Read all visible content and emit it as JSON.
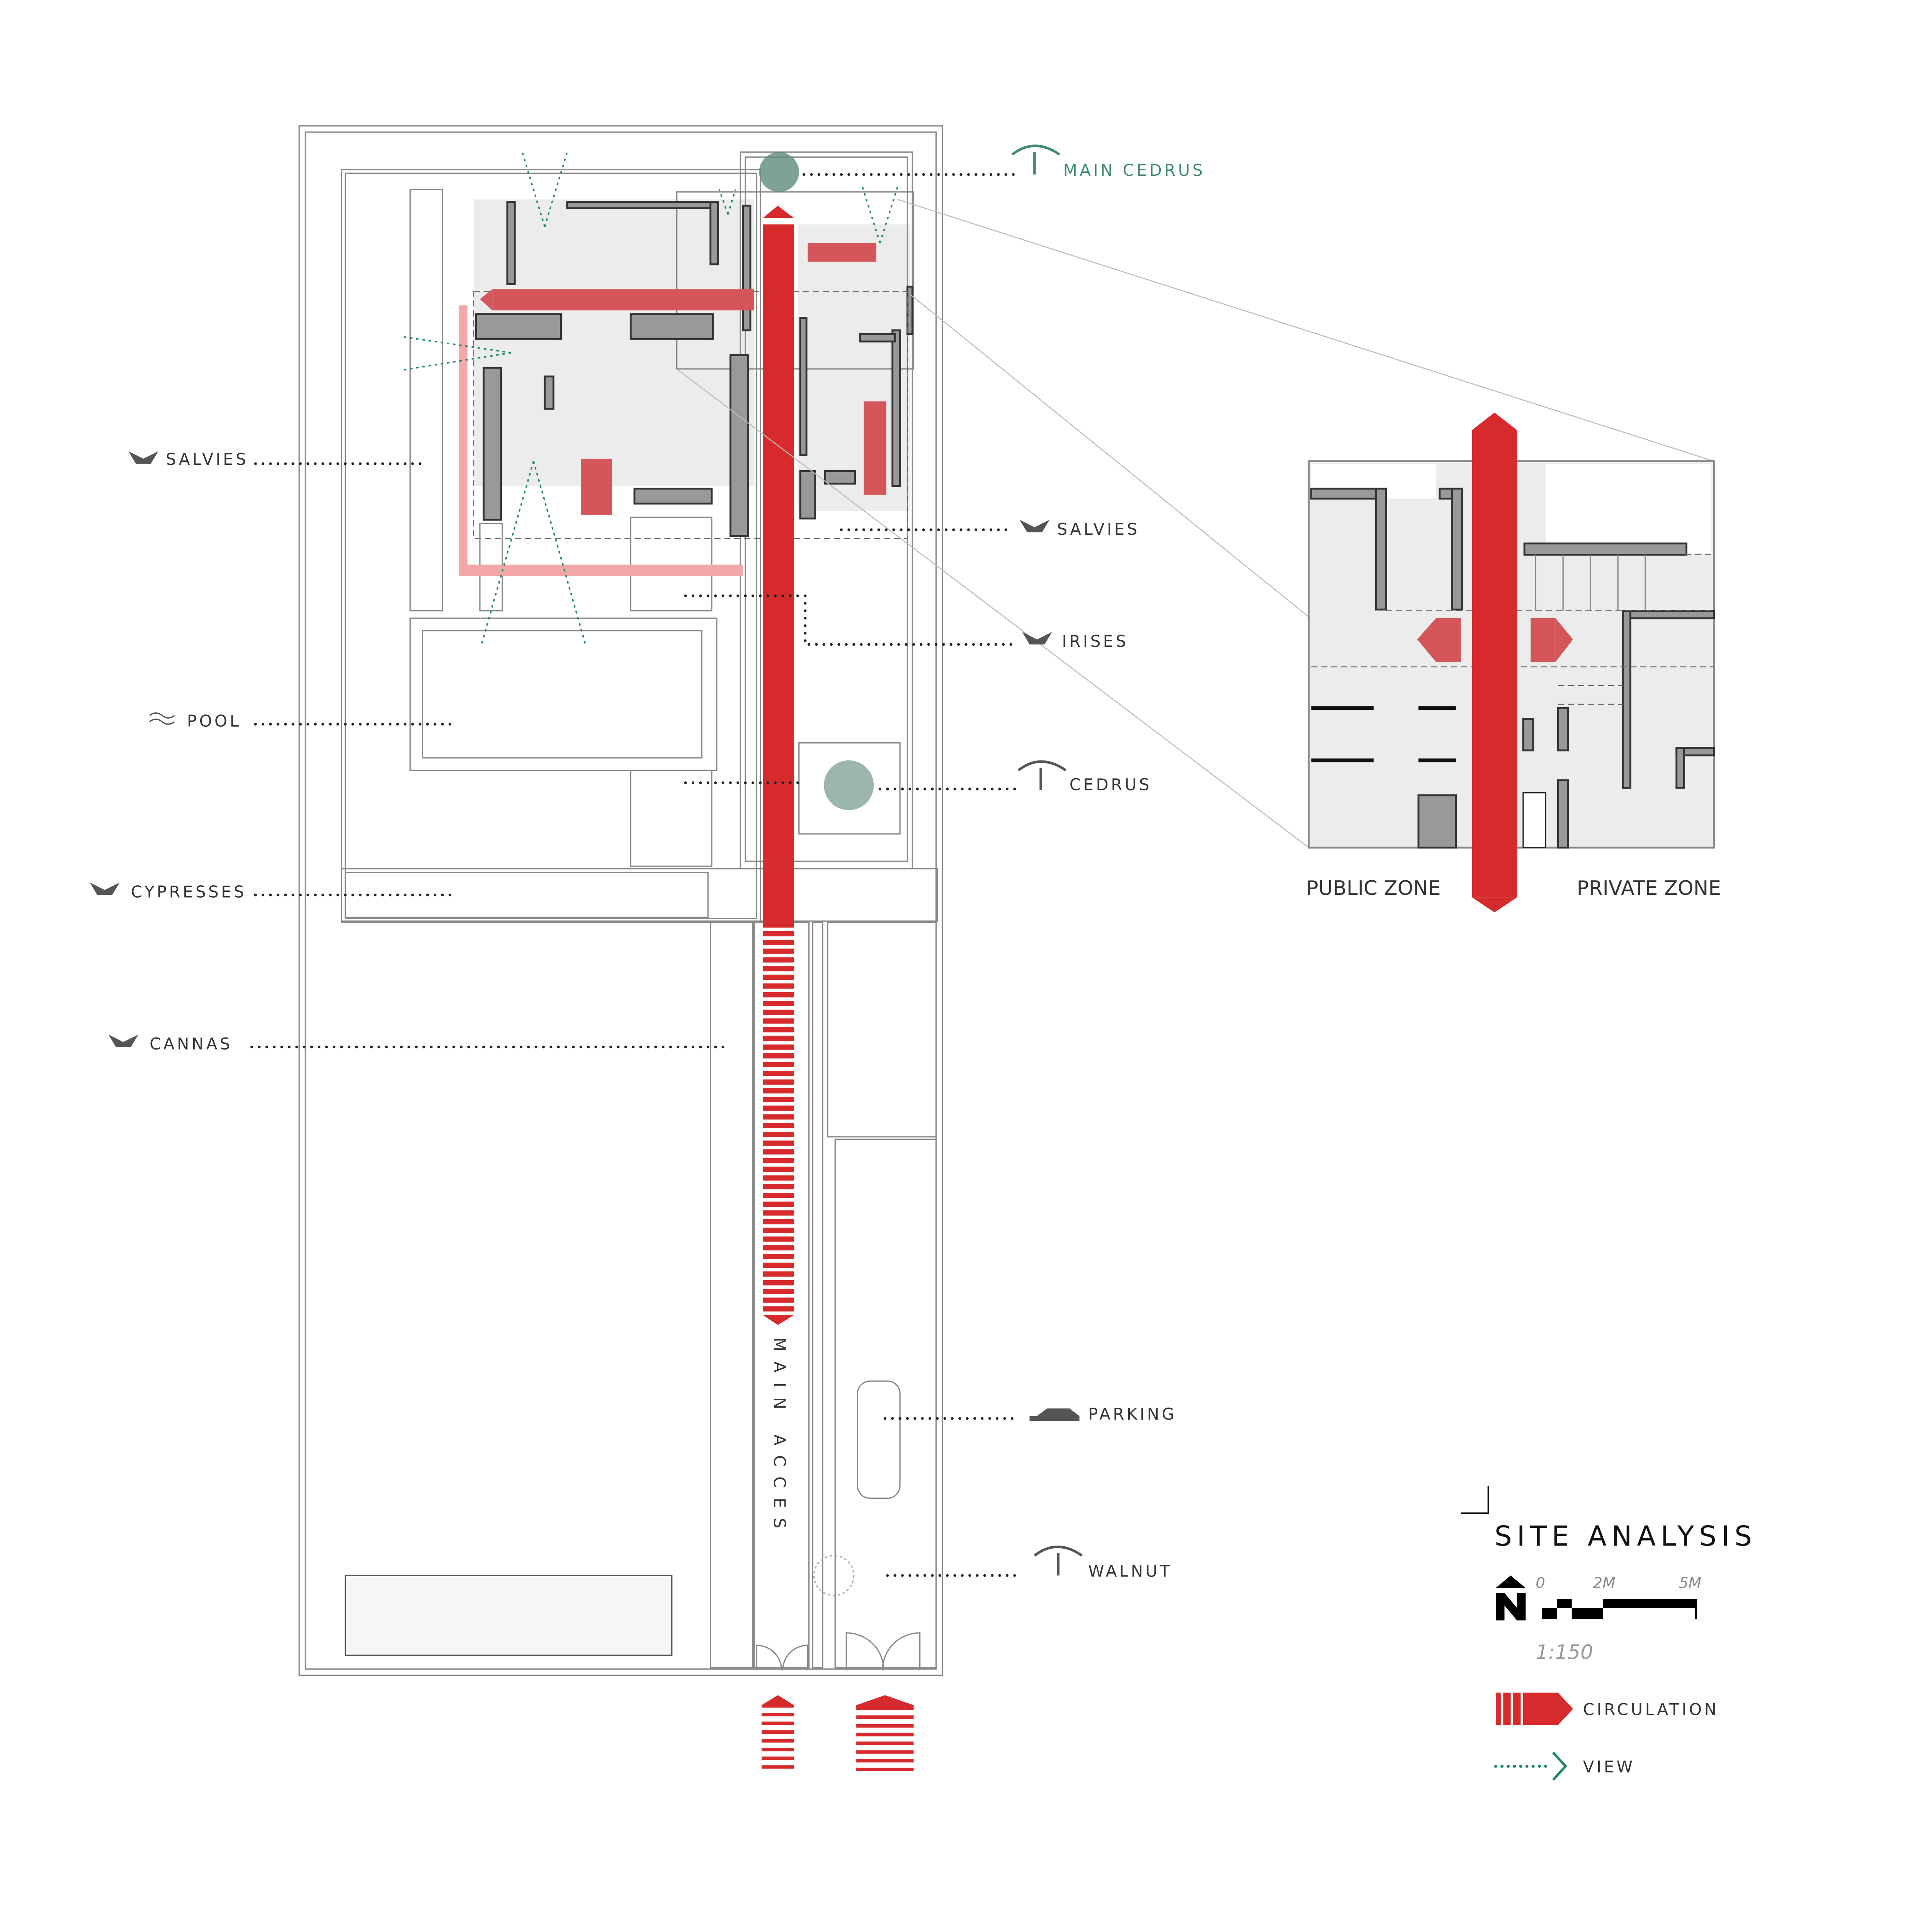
{
  "colors": {
    "circulation": "#d62a2c",
    "view": "#1f8a5e",
    "walls": "#999999",
    "floor": "#ececec"
  },
  "plan_labels": {
    "main_cedrus": "MAIN CEDRUS",
    "salvies_left": "SALVIES",
    "salvies_right": "SALVIES",
    "irises": "IRISES",
    "pool": "POOL",
    "cedrus": "CEDRUS",
    "cypresses": "CYPRESSES",
    "cannas": "CANNAS",
    "parking": "PARKING",
    "walnut": "WALNUT",
    "main_acces": "MAIN ACCES"
  },
  "detail": {
    "public_zone": "PUBLIC ZONE",
    "private_zone": "PRIVATE ZONE"
  },
  "legend": {
    "title": "SITE ANALYSIS",
    "scale_ticks": [
      "0",
      "2M",
      "5M"
    ],
    "scale_ratio": "1:150",
    "circulation": "CIRCULATION",
    "view": "VIEW",
    "north_icon": "north-arrow-icon"
  }
}
